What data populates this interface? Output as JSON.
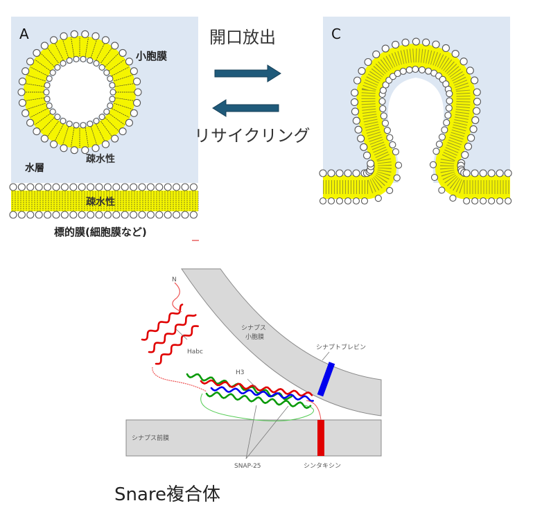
{
  "panel_a": {
    "label": "A",
    "vesicle_label": "小胞膜",
    "vesicle_core_label": "疎水性",
    "water_label": "水層",
    "target_core_label": "疎水性",
    "target_label": "標的膜(細胞膜など)"
  },
  "panel_c": {
    "label": "C"
  },
  "arrows": {
    "forward_label": "開口放出",
    "backward_label": "リサイクリング",
    "color": "#1f5a7a"
  },
  "snare": {
    "labels": {
      "n_term": "N",
      "habc": "Habc",
      "h3": "H3",
      "vesicle_membrane_line1": "シナプス",
      "vesicle_membrane_line2": "小胞膜",
      "synaptobrevin": "シナプトブレビン",
      "presynaptic_membrane": "シナプス前膜",
      "snap25": "SNAP-25",
      "syntaxin": "シンタキシン"
    },
    "colors": {
      "syntaxin": "#e00000",
      "synaptobrevin": "#0000ee",
      "snap25": "#0a9a0a",
      "membrane": "#d9d9d9"
    }
  },
  "caption": "Snare複合体",
  "colors": {
    "background_panel": "#dde7f3",
    "hydrophobic": "#f5f500",
    "head_stroke": "#555555"
  }
}
